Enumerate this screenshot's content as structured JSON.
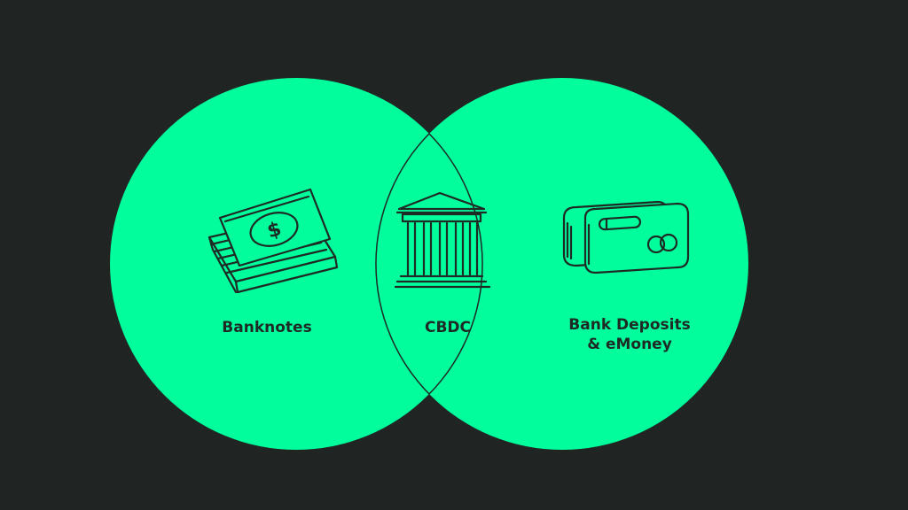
{
  "diagram": {
    "background_color": "#202523",
    "circle_color": "#02fe9c",
    "outline_color": "#1e2a25",
    "sets": {
      "left": {
        "label": "Banknotes",
        "icon": "banknotes-stack-icon"
      },
      "right": {
        "label_line1": "Bank Deposits",
        "label_line2": "& eMoney",
        "icon": "bank-cards-icon"
      },
      "center": {
        "label": "CBDC",
        "icon": "central-bank-building-icon"
      }
    }
  }
}
